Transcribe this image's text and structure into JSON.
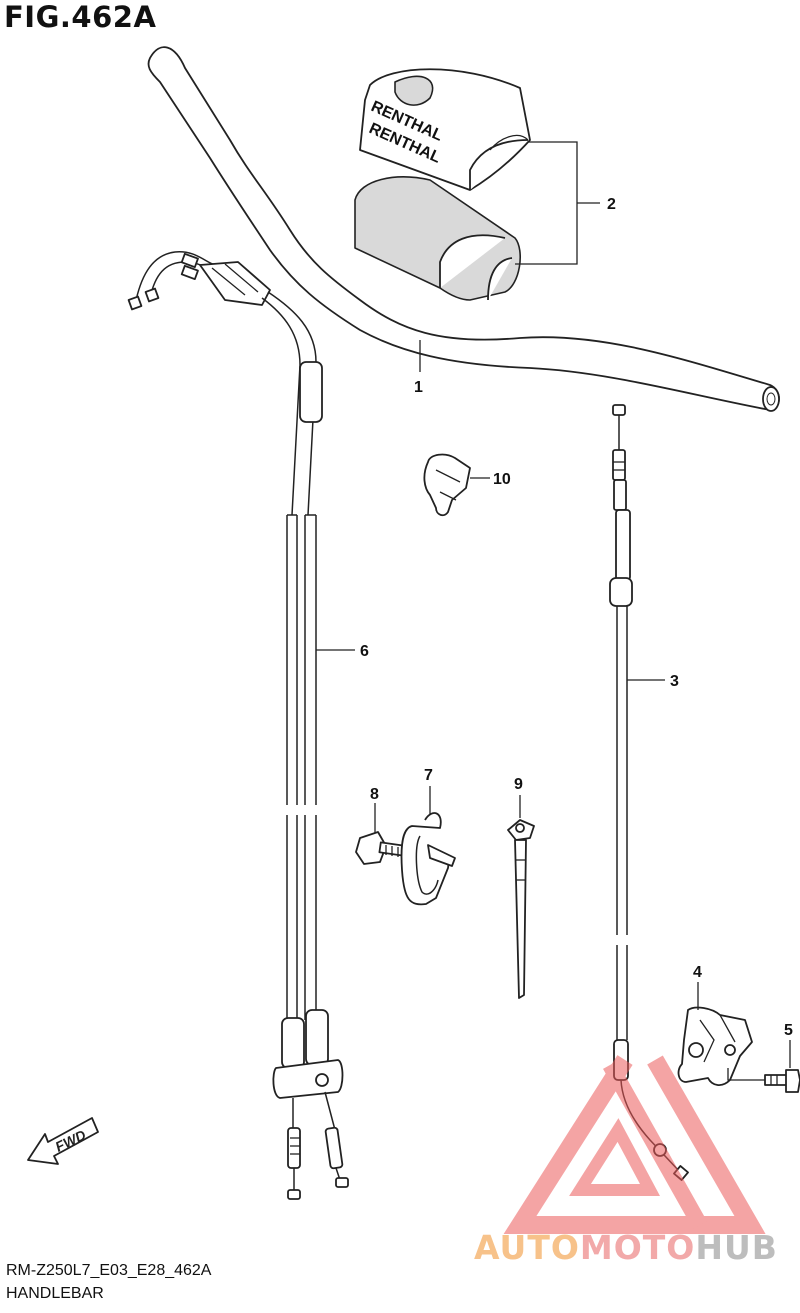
{
  "figure": {
    "title": "FIG.462A",
    "code": "RM-Z250L7_E03_E28_462A",
    "caption": "HANDLEBAR"
  },
  "parts": [
    {
      "num": "1"
    },
    {
      "num": "2"
    },
    {
      "num": "3"
    },
    {
      "num": "4"
    },
    {
      "num": "5"
    },
    {
      "num": "6"
    },
    {
      "num": "7"
    },
    {
      "num": "8"
    },
    {
      "num": "9"
    },
    {
      "num": "10"
    }
  ],
  "pad_text": [
    "RENTHAL",
    "RENTHAL"
  ],
  "fwd_label": "FWD",
  "watermark": {
    "parts": [
      "AUTO",
      "MOTO",
      "HUB"
    ],
    "colors": [
      "#f7c28a",
      "#f2a9a9",
      "#bdbdbd"
    ],
    "triangle_color": "#ec5a5a"
  }
}
